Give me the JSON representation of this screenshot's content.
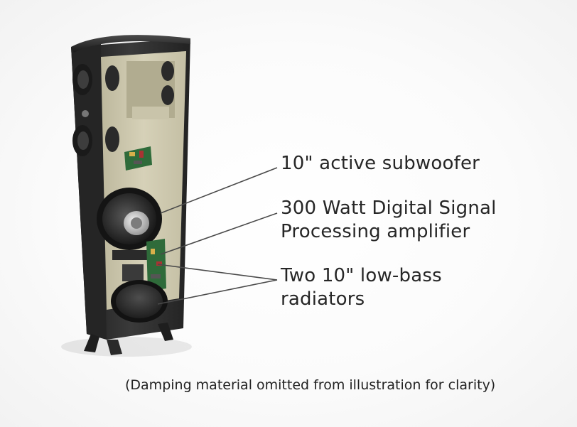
{
  "callouts": {
    "subwoofer": {
      "line1": "10\" active subwoofer"
    },
    "amplifier": {
      "line1": "300 Watt Digital Signal",
      "line2": "Processing amplifier"
    },
    "radiators": {
      "line1": "Two 10\" low-bass",
      "line2": "radiators"
    }
  },
  "caption": "(Damping material omitted from illustration for clarity)",
  "colors": {
    "cabinet": "#2e2e2e",
    "interior_panel": "#cfcab0",
    "circuit_board": "#2f6b3a",
    "leader_line": "#4a4a4a",
    "text": "#262626"
  }
}
